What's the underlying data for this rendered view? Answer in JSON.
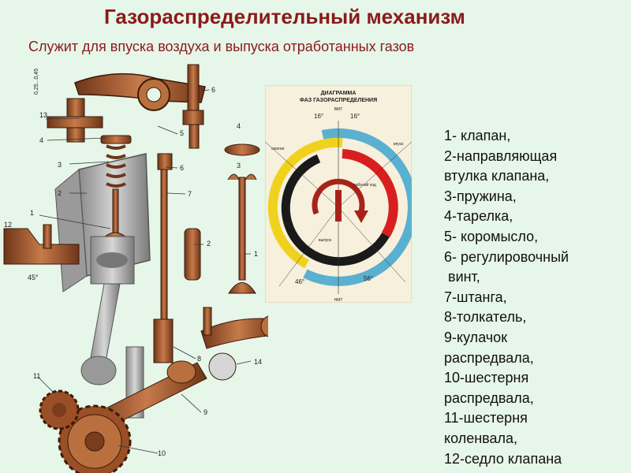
{
  "title": "Газораспределительный механизм",
  "subtitle": "Служит для впуска воздуха и выпуска отработанных газов",
  "legend": [
    "1- клапан,",
    "2-направляющая",
    "втулка клапана,",
    "3-пружина,",
    "4-тарелка,",
    "5- коромысло,",
    "6- регулировочный",
    " винт,",
    "7-штанга,",
    "8-толкатель,",
    "9-кулачок",
    "распредвала,",
    "10-шестерня",
    "распредвала,",
    "11-шестерня",
    "коленвала,",
    "12-седло клапана"
  ],
  "diagram": {
    "title_line1": "ДИАГРАММА",
    "title_line2": "ФАЗ ГАЗОРАСПРЕДЕЛЕНИЯ",
    "top_left_angle": "16°",
    "top_right_angle": "16°",
    "top_label": "ВМТ",
    "bottom_label": "НМТ",
    "bottom_left_angle": "46°",
    "bottom_right_angle": "56°",
    "label_overlap": "сматие",
    "label_intake": "впуск",
    "label_power": "рабочий ход",
    "label_exhaust": "выпуск",
    "colors": {
      "intake": "#5ab0d0",
      "compression": "#f0d21e",
      "power": "#d81e1e",
      "exhaust": "#1a1a1a",
      "arrow": "#a8221a",
      "paper": "#f6f0dc"
    }
  },
  "part_numbers": {
    "n1": "1",
    "n2": "2",
    "n3": "3",
    "n4": "4",
    "n5": "5",
    "n6": "6",
    "n7": "7",
    "n8": "8",
    "n9": "9",
    "n10": "10",
    "n11": "11",
    "n12": "12",
    "n13": "13",
    "n14": "14",
    "angle45": "45°",
    "clearance": "0,25...0,45"
  }
}
